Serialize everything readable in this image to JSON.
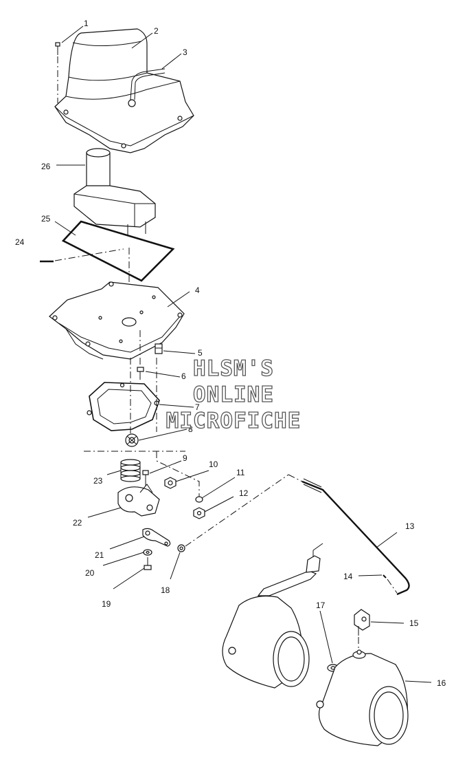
{
  "watermark": {
    "line1": "HLSM'S",
    "line2": "ONLINE",
    "line3": "MICROFICHE"
  },
  "callouts": [
    {
      "id": "1",
      "label": "1"
    },
    {
      "id": "2",
      "label": "2"
    },
    {
      "id": "3",
      "label": "3"
    },
    {
      "id": "4",
      "label": "4"
    },
    {
      "id": "5",
      "label": "5"
    },
    {
      "id": "6",
      "label": "6"
    },
    {
      "id": "7",
      "label": "7"
    },
    {
      "id": "8",
      "label": "8"
    },
    {
      "id": "9",
      "label": "9"
    },
    {
      "id": "10",
      "label": "10"
    },
    {
      "id": "11",
      "label": "11"
    },
    {
      "id": "12",
      "label": "12"
    },
    {
      "id": "13",
      "label": "13"
    },
    {
      "id": "14",
      "label": "14"
    },
    {
      "id": "15",
      "label": "15"
    },
    {
      "id": "16",
      "label": "16"
    },
    {
      "id": "17",
      "label": "17"
    },
    {
      "id": "18",
      "label": "18"
    },
    {
      "id": "19",
      "label": "19"
    },
    {
      "id": "20",
      "label": "20"
    },
    {
      "id": "21",
      "label": "21"
    },
    {
      "id": "22",
      "label": "22"
    },
    {
      "id": "23",
      "label": "23"
    },
    {
      "id": "24",
      "label": "24"
    },
    {
      "id": "25",
      "label": "25"
    },
    {
      "id": "26",
      "label": "26"
    }
  ]
}
